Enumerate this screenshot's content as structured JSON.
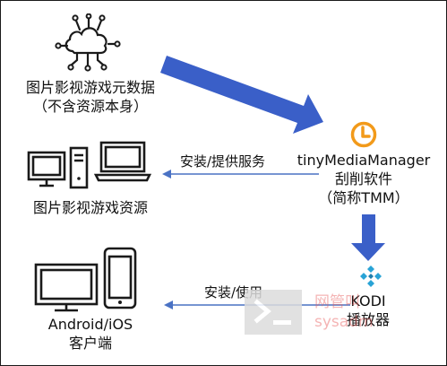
{
  "nodes": {
    "cloud_metadata": {
      "line1": "图片影视游戏元数据",
      "line2": "（不含资源本身）"
    },
    "tmm": {
      "line1": "tinyMediaManager",
      "line2": "刮削软件",
      "line3": "（简称TMM）",
      "icon": "tmm-logo-icon"
    },
    "pc_resources": {
      "line1": "图片影视游戏资源"
    },
    "kodi": {
      "line1": "KODI",
      "line2": "播放器",
      "icon": "kodi-logo-icon"
    },
    "devices": {
      "line1": "Android/iOS",
      "line2": "客户端"
    }
  },
  "edges": {
    "tmm_to_pc": {
      "label": "安装/提供服务"
    },
    "kodi_to_devices": {
      "label": "安装/使用"
    }
  },
  "watermark": {
    "line1": "网管叫",
    "line2": "sysadm"
  },
  "colors": {
    "big_arrow": "#3a5fc8",
    "thin_arrow": "#4a72c4",
    "tmm_orange": "#f29a1a",
    "kodi_blue": "#29a3d6",
    "stroke": "#1a1a1a"
  }
}
